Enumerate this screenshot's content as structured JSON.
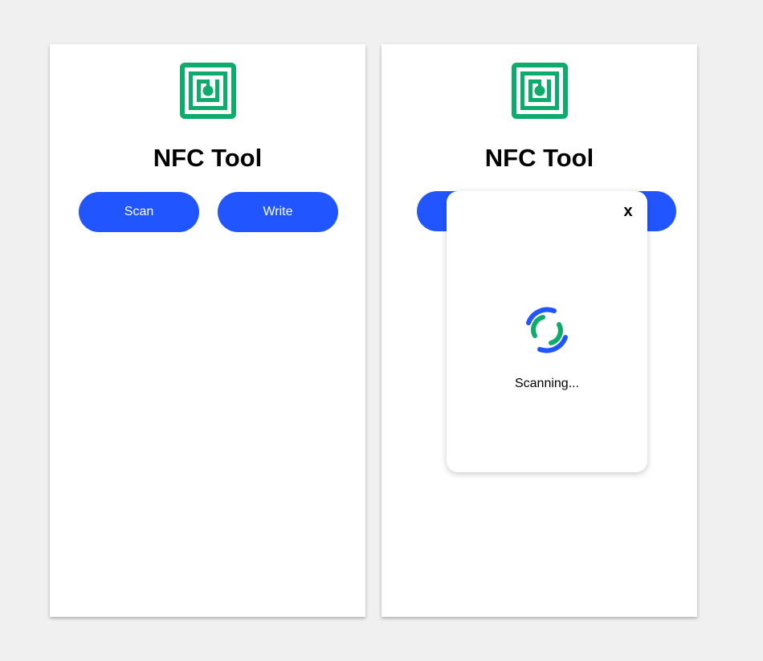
{
  "colors": {
    "background": "#f0f0f0",
    "accent_blue": "#2155ff",
    "brand_green": "#0dac6c",
    "card": "#ffffff"
  },
  "left_screen": {
    "logo_icon": "nfc-icon",
    "title": "NFC Tool",
    "scan_label": "Scan",
    "write_label": "Write"
  },
  "right_screen": {
    "logo_icon": "nfc-icon",
    "title": "NFC Tool",
    "dialog": {
      "close_label": "x",
      "spinner_icon": "spinner-icon",
      "status": "Scanning..."
    }
  }
}
